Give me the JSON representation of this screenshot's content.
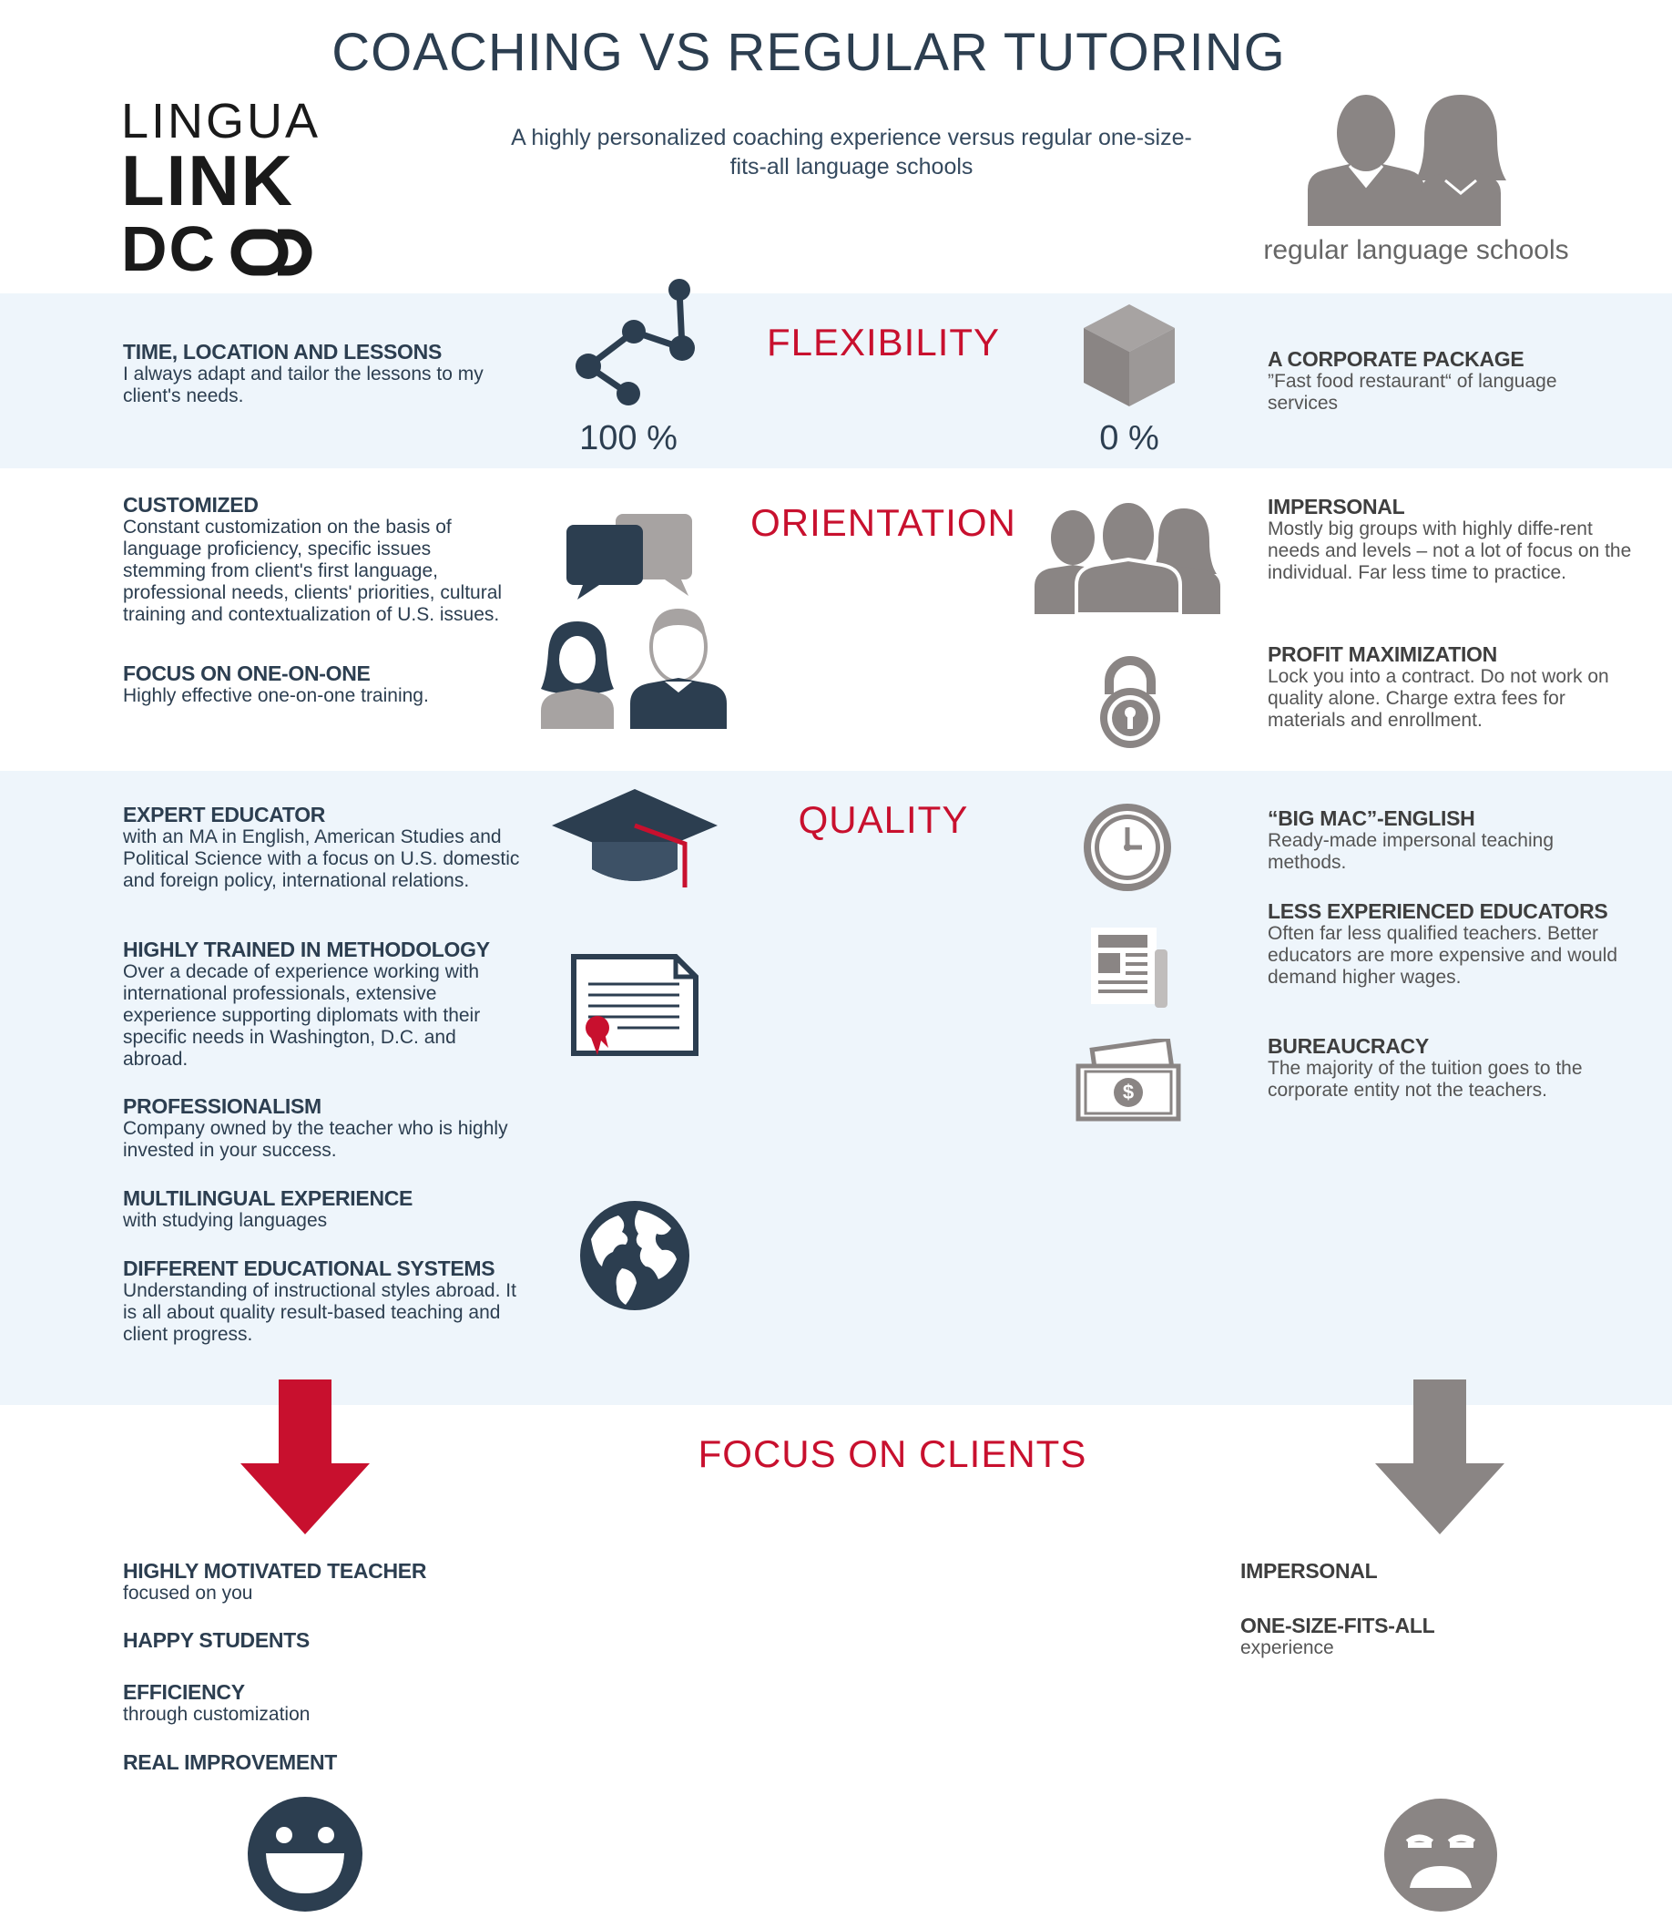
{
  "title": "COACHING VS REGULAR TUTORING",
  "subtitle": "A highly personalized coaching experience versus regular one-size-fits-all language schools",
  "logo": {
    "line1": "LINGUA",
    "line2": "LINK",
    "line3": "DC"
  },
  "schools_caption": "regular language schools",
  "colors": {
    "accent_red": "#c8102e",
    "navy": "#2c3e50",
    "gray": "#8a8584",
    "band": "#eef5fb"
  },
  "flexibility": {
    "title": "FLEXIBILITY",
    "left_pct": "100 %",
    "right_pct": "0 %",
    "left": {
      "heading": "TIME, LOCATION AND LESSONS",
      "text": "I always adapt and tailor the lessons to my client's needs."
    },
    "right": {
      "heading": "A CORPORATE PACKAGE",
      "text": "”Fast food restaurant“ of language services"
    }
  },
  "orientation": {
    "title": "ORIENTATION",
    "left": [
      {
        "heading": "CUSTOMIZED",
        "text": "Constant customization on the basis of language proficiency, specific issues stemming from client's first language, professional needs, clients' priorities, cultural training and contextualization of U.S. issues."
      },
      {
        "heading": "FOCUS ON ONE-ON-ONE",
        "text": "Highly effective one-on-one training."
      }
    ],
    "right": [
      {
        "heading": "IMPERSONAL",
        "text": "Mostly big groups with highly diffe-rent needs and levels – not a lot of focus on the individual. Far less time to practice."
      },
      {
        "heading": "PROFIT MAXIMIZATION",
        "text": "Lock you into a contract. Do not work on quality alone. Charge extra fees for materials and enrollment."
      }
    ]
  },
  "quality": {
    "title": "QUALITY",
    "left": [
      {
        "heading": "EXPERT EDUCATOR",
        "text": "with an MA in English, American Studies and Political Science with a focus on U.S. domestic and foreign policy, international relations."
      },
      {
        "heading": "HIGHLY TRAINED IN METHODOLOGY",
        "text": "Over a decade of experience working with international professionals, extensive experience supporting diplomats with their specific needs in Washington, D.C. and abroad."
      },
      {
        "heading": "PROFESSIONALISM",
        "text": "Company owned by the teacher who is highly invested in your success."
      },
      {
        "heading": "MULTILINGUAL EXPERIENCE",
        "text": "with studying languages"
      },
      {
        "heading": "DIFFERENT EDUCATIONAL SYSTEMS",
        "text": "Understanding of instructional styles abroad. It is all about quality result-based teaching and client progress."
      }
    ],
    "right": [
      {
        "heading": "“BIG MAC”-ENGLISH",
        "text": "Ready-made impersonal teaching methods."
      },
      {
        "heading": "LESS EXPERIENCED EDUCATORS",
        "text": "Often far less qualified teachers. Better educators are more expensive and would demand higher wages."
      },
      {
        "heading": "BUREAUCRACY",
        "text": "The majority of the tuition goes to the corporate entity not the teachers."
      }
    ]
  },
  "focus": {
    "title": "FOCUS ON CLIENTS",
    "left": [
      {
        "heading": "HIGHLY MOTIVATED TEACHER",
        "text": "focused on you"
      },
      {
        "heading": "HAPPY STUDENTS",
        "text": ""
      },
      {
        "heading": "EFFICIENCY",
        "text": "through customization"
      },
      {
        "heading": "REAL IMPROVEMENT",
        "text": ""
      }
    ],
    "right": [
      {
        "heading": "IMPERSONAL",
        "text": ""
      },
      {
        "heading": "ONE-SIZE-FITS-ALL",
        "text": "experience"
      }
    ]
  }
}
